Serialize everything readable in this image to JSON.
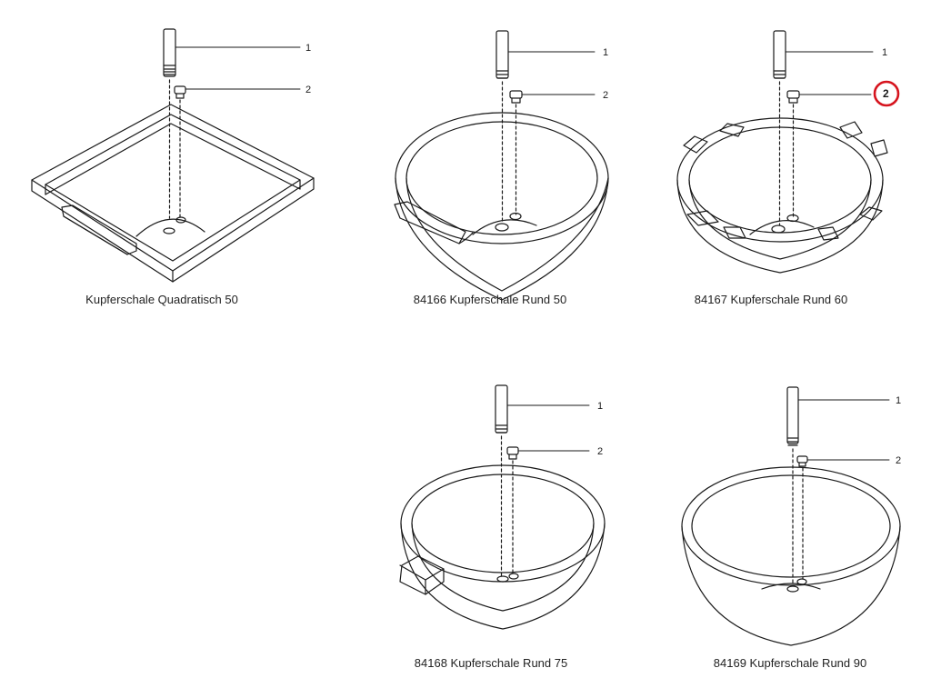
{
  "callouts": {
    "pin": "1",
    "plug": "2"
  },
  "highlight_color": "#d6141e",
  "items": [
    {
      "caption": "Kupferschale Quadratisch 50"
    },
    {
      "caption": "84166 Kupferschale Rund 50"
    },
    {
      "caption": "84167 Kupferschale Rund 60"
    },
    {
      "caption": "84168 Kupferschale Rund 75"
    },
    {
      "caption": "84169 Kupferschale Rund 90"
    }
  ]
}
